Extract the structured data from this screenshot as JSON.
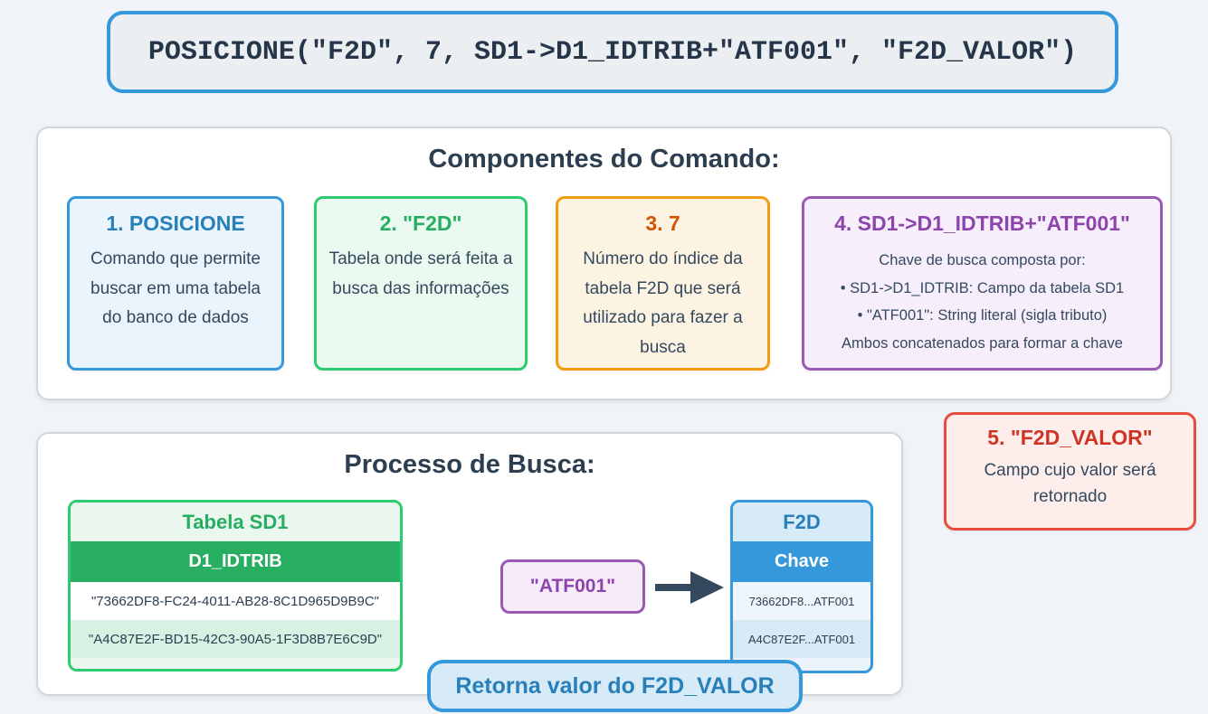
{
  "command": {
    "code": "POSICIONE(\"F2D\", 7, SD1->D1_IDTRIB+\"ATF001\", \"F2D_VALOR\")"
  },
  "components": {
    "heading": "Componentes do Comando:",
    "cards": [
      {
        "title": "1. POSICIONE",
        "description": "Comando que permite buscar em uma tabela do banco de dados",
        "accent": "#2980b9"
      },
      {
        "title": "2. \"F2D\"",
        "description": "Tabela onde será feita a busca das informações",
        "accent": "#27ae60"
      },
      {
        "title": "3. 7",
        "description": "Número do índice da tabela F2D que será utilizado para fazer a busca",
        "accent": "#d35400"
      },
      {
        "title": "4. SD1->D1_IDTRIB+\"ATF001\"",
        "description_lines": [
          "Chave de busca composta por:",
          "• SD1->D1_IDTRIB: Campo da tabela SD1",
          "• \"ATF001\": String literal (sigla tributo)",
          "Ambos concatenados para formar a chave"
        ],
        "accent": "#8e44ad"
      }
    ]
  },
  "process": {
    "heading": "Processo de Busca:",
    "sd1_table": {
      "title": "Tabela SD1",
      "column_header": "D1_IDTRIB",
      "rows": [
        "\"73662DF8-FC24-4011-AB28-8C1D965D9B9C\"",
        "\"A4C87E2F-BD15-42C3-90A5-1F3D8B7E6C9D\""
      ]
    },
    "key_literal": "\"ATF001\"",
    "f2d_table": {
      "title": "F2D",
      "column_header": "Chave",
      "rows": [
        "73662DF8...ATF001",
        "A4C87E2F...ATF001"
      ]
    },
    "result_badge": "Retorna valor do F2D_VALOR"
  },
  "return_card": {
    "title": "5. \"F2D_VALOR\"",
    "description": "Campo cujo valor será retornado"
  },
  "colors": {
    "blue": "#3498db",
    "green": "#2ecc71",
    "orange": "#f39c12",
    "purple": "#9b59b6",
    "red": "#e74c3c",
    "navy": "#2c3e50",
    "page_background": "#f0f4f8"
  }
}
